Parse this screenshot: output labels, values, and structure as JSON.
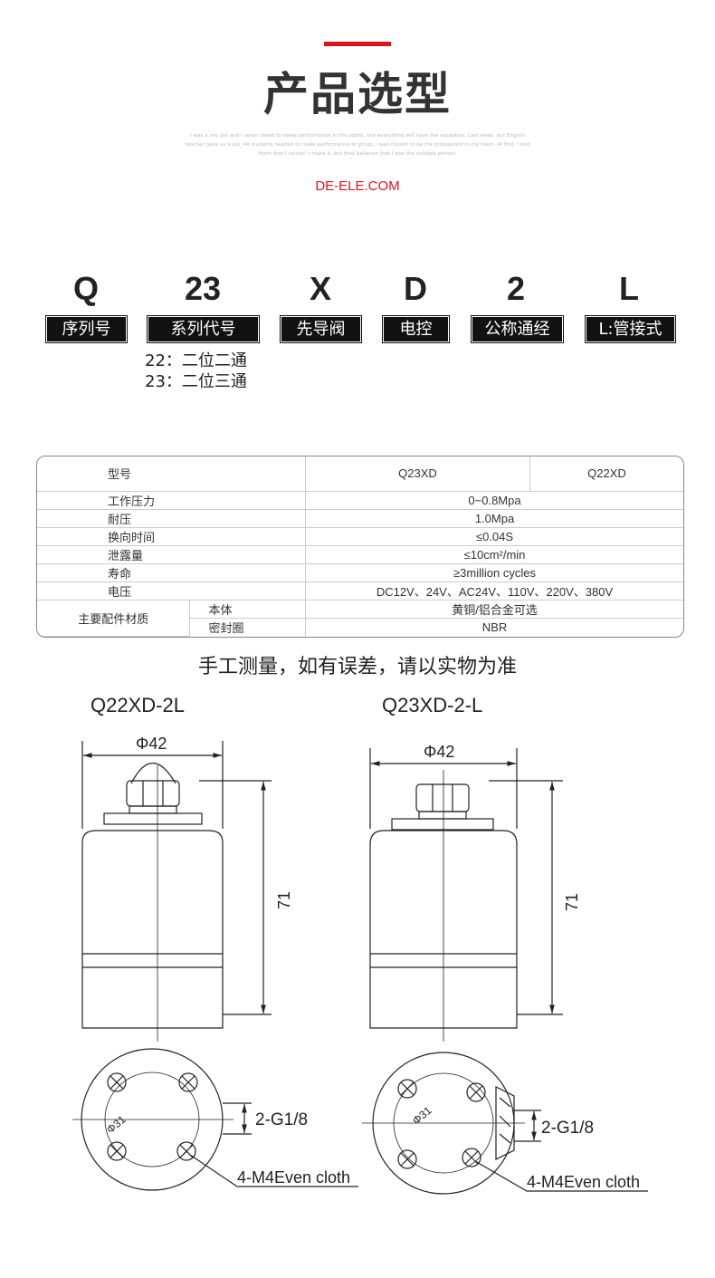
{
  "header": {
    "title": "产品选型",
    "blurb": "I was a shy girl and I never dared to make performance in the public, but everything will have the exception. Last week, our English teacher gave us a job. All students needed to make performance in group. I was chosen to be the protagonist in my team. At first, I told them that I couldn' t make it, but they believed that I was the suitable person.",
    "site": "DE-ELE.COM",
    "accent": "#d8161b"
  },
  "code": {
    "parts": [
      {
        "code": "Q",
        "label": "序列号"
      },
      {
        "code": "23",
        "label": "系列代号"
      },
      {
        "code": "X",
        "label": "先导阀"
      },
      {
        "code": "D",
        "label": "电控"
      },
      {
        "code": "2",
        "label": "公称通经"
      },
      {
        "code": "L",
        "label": "L:管接式"
      }
    ],
    "notes": [
      "22：二位二通",
      "23：二位三通"
    ]
  },
  "spec": {
    "header": {
      "label": "型号",
      "models": [
        "Q23XD",
        "Q22XD"
      ]
    },
    "rows": [
      {
        "label": "工作压力",
        "value": "0~0.8Mpa"
      },
      {
        "label": "耐压",
        "value": "1.0Mpa"
      },
      {
        "label": "换向时间",
        "value": "≤0.04S"
      },
      {
        "label": "泄露量",
        "value": "≤10cm²/min"
      },
      {
        "label": "寿命",
        "value": "≥3million cycles"
      },
      {
        "label": "电压",
        "value": "DC12V、24V、AC24V、110V、220V、380V"
      }
    ],
    "materials": {
      "label": "主要配件材质",
      "items": [
        {
          "label": "本体",
          "value": "黄铜/铝合金可选"
        },
        {
          "label": "密封圈",
          "value": "NBR"
        }
      ]
    }
  },
  "note": "手工测量，如有误差，请以实物为准",
  "drawings": [
    {
      "title": "Q22XD-2L",
      "diameter": "Φ42",
      "height": "71",
      "inner": "Φ31",
      "port": "2-G1/8",
      "holes": "4-M4Even cloth"
    },
    {
      "title": "Q23XD-2-L",
      "diameter": "Φ42",
      "height": "71",
      "inner": "Φ31",
      "port": "2-G1/8",
      "holes": "4-M4Even cloth"
    }
  ]
}
